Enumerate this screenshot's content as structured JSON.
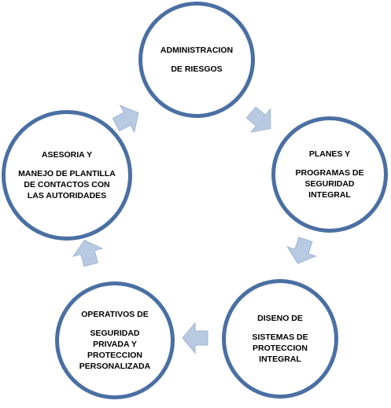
{
  "colors": {
    "circle_border": "#4a6fa3",
    "arrow_fill": "#b8cae1",
    "arrow_stroke": "#9fb5d3"
  },
  "nodes": [
    {
      "id": "admin",
      "line1": "ADMINISTRACION",
      "line2": "DE RIESGOS"
    },
    {
      "id": "planes",
      "line1": "PLANES Y",
      "line2": "PROGRAMAS DE SEGURIDAD INTEGRAL"
    },
    {
      "id": "diseno",
      "line1": "DISENO DE",
      "line2": "SISTEMAS DE PROTECCION INTEGRAL"
    },
    {
      "id": "oper",
      "line1": "OPERATIVOS DE",
      "line2": "SEGURIDAD PRIVADA Y PROTECCION PERSONALIZADA"
    },
    {
      "id": "aseso",
      "line1": "ASESORIA Y",
      "line2": "MANEJO DE PLANTILLA DE CONTACTOS CON LAS AUTORIDADES"
    }
  ]
}
